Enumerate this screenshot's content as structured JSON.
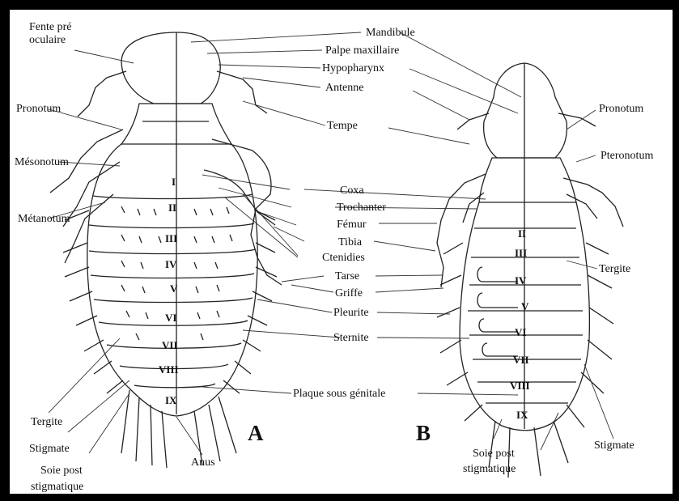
{
  "figure": {
    "left_labels": {
      "fente": "Fente pré",
      "fente2": "oculaire",
      "pronotum": "Pronotum",
      "mesonotum": "Mésonotum",
      "metanotum": "Métanotum",
      "tergite": "Tergite",
      "stigmate": "Stigmate",
      "soie": "Soie post",
      "soie2": "stigmatique"
    },
    "center_labels": {
      "mandibule": "Mandibule",
      "palpe": "Palpe maxillaire",
      "hypopharynx": "Hypopharynx",
      "antenne": "Antenne",
      "tempe": "Tempe",
      "coxa": "Coxa",
      "trochanter": "Trochanter",
      "femur": "Fémur",
      "tibia": "Tibia",
      "ctenidies": "Ctenidies",
      "tarse": "Tarse",
      "griffe": "Griffe",
      "pleurite": "Pleurite",
      "sternite": "Sternite",
      "plaque": "Plaque sous génitale",
      "anus": "Anus"
    },
    "right_labels": {
      "pronotum": "Pronotum",
      "pteronotum": "Pteronotum",
      "tergite": "Tergite",
      "stigmate": "Stigmate",
      "soie": "Soie post",
      "soie2": "stigmatique"
    },
    "panel_a": "A",
    "panel_b": "B",
    "segments_a": [
      "I",
      "II",
      "III",
      "IV",
      "V",
      "VI",
      "VII",
      "VIII",
      "IX"
    ],
    "segments_b": [
      "II",
      "III",
      "IV",
      "V",
      "VI",
      "VII",
      "VIII",
      "IX"
    ]
  }
}
